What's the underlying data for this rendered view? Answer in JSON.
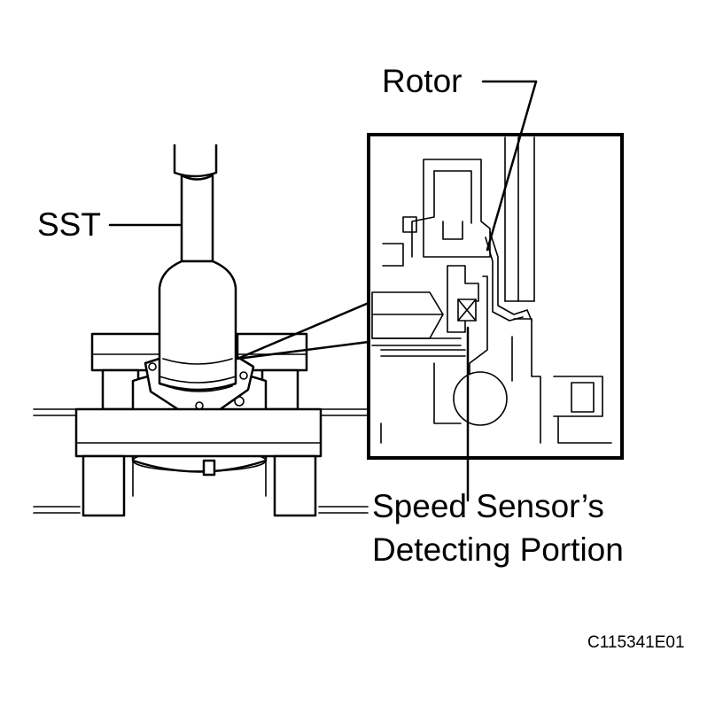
{
  "labels": {
    "rotor": "Rotor",
    "sst": "SST",
    "speed_sensor_line1": "Speed Sensor’s",
    "speed_sensor_line2": "Detecting Portion"
  },
  "figure_code": "C115341E01"
}
